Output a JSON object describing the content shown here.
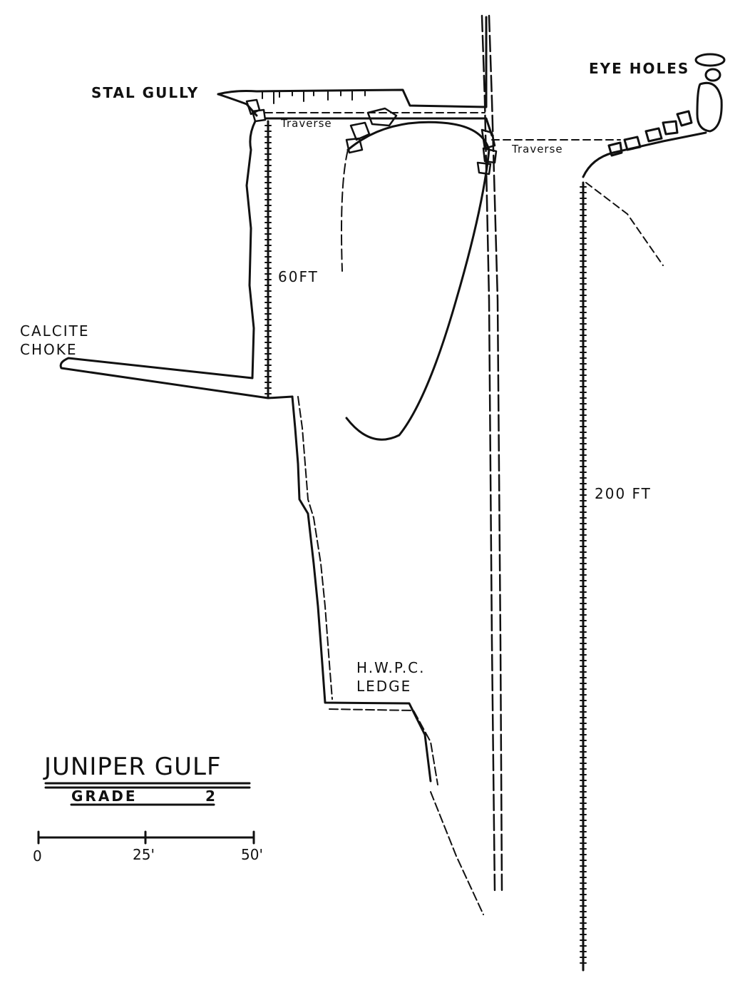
{
  "survey": {
    "title": "JUNIPER GULF",
    "grade_label": "GRADE",
    "grade_value": "2",
    "labels": {
      "stal_gully": "STAL GULLY",
      "eye_holes": "EYE HOLES",
      "traverse_1": "Traverse",
      "traverse_2": "Traverse",
      "pitch_1": "60FT",
      "pitch_2": "200 FT",
      "calcite_line1": "CALCITE",
      "calcite_line2": "CHOKE",
      "ledge_line1": "H.W.P.C.",
      "ledge_line2": "LEDGE"
    },
    "scale": {
      "ticks": [
        "0",
        "25'",
        "50'"
      ]
    }
  }
}
